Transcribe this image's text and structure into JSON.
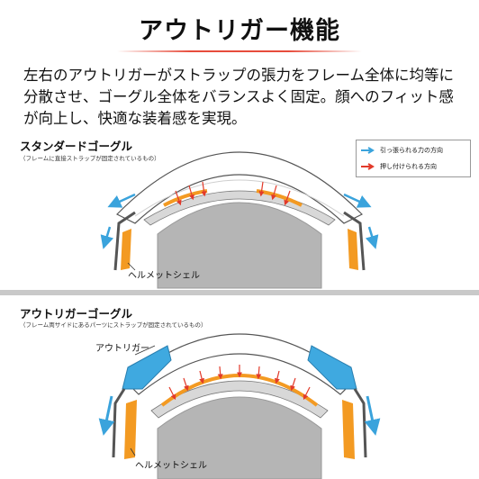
{
  "title": "アウトリガー機能",
  "description": "左右のアウトリガーがストラップの張力をフレーム全体に均等に分散させ、ゴーグル全体をバランスよく固定。顔へのフィット感が向上し、快適な装着感を実現。",
  "legend": {
    "pull": "引っ張られる力の方向",
    "push": "押し付けられる方向"
  },
  "standard": {
    "title": "スタンダードゴーグル",
    "subtitle": "（フレームに直接ストラップが固定されているもの）",
    "helmet_label": "ヘルメットシェル"
  },
  "outrigger": {
    "title": "アウトリガーゴーグル",
    "subtitle": "（フレーム両サイドにあるパーツにストラップが固定されているもの）",
    "outrigger_label": "アウトリガー",
    "helmet_label": "ヘルメットシェル"
  },
  "colors": {
    "pull_arrow": "#3aa3dc",
    "push_arrow": "#e23a2a",
    "orange": "#f39a22",
    "outrigger_blue": "#3fa9e0"
  }
}
